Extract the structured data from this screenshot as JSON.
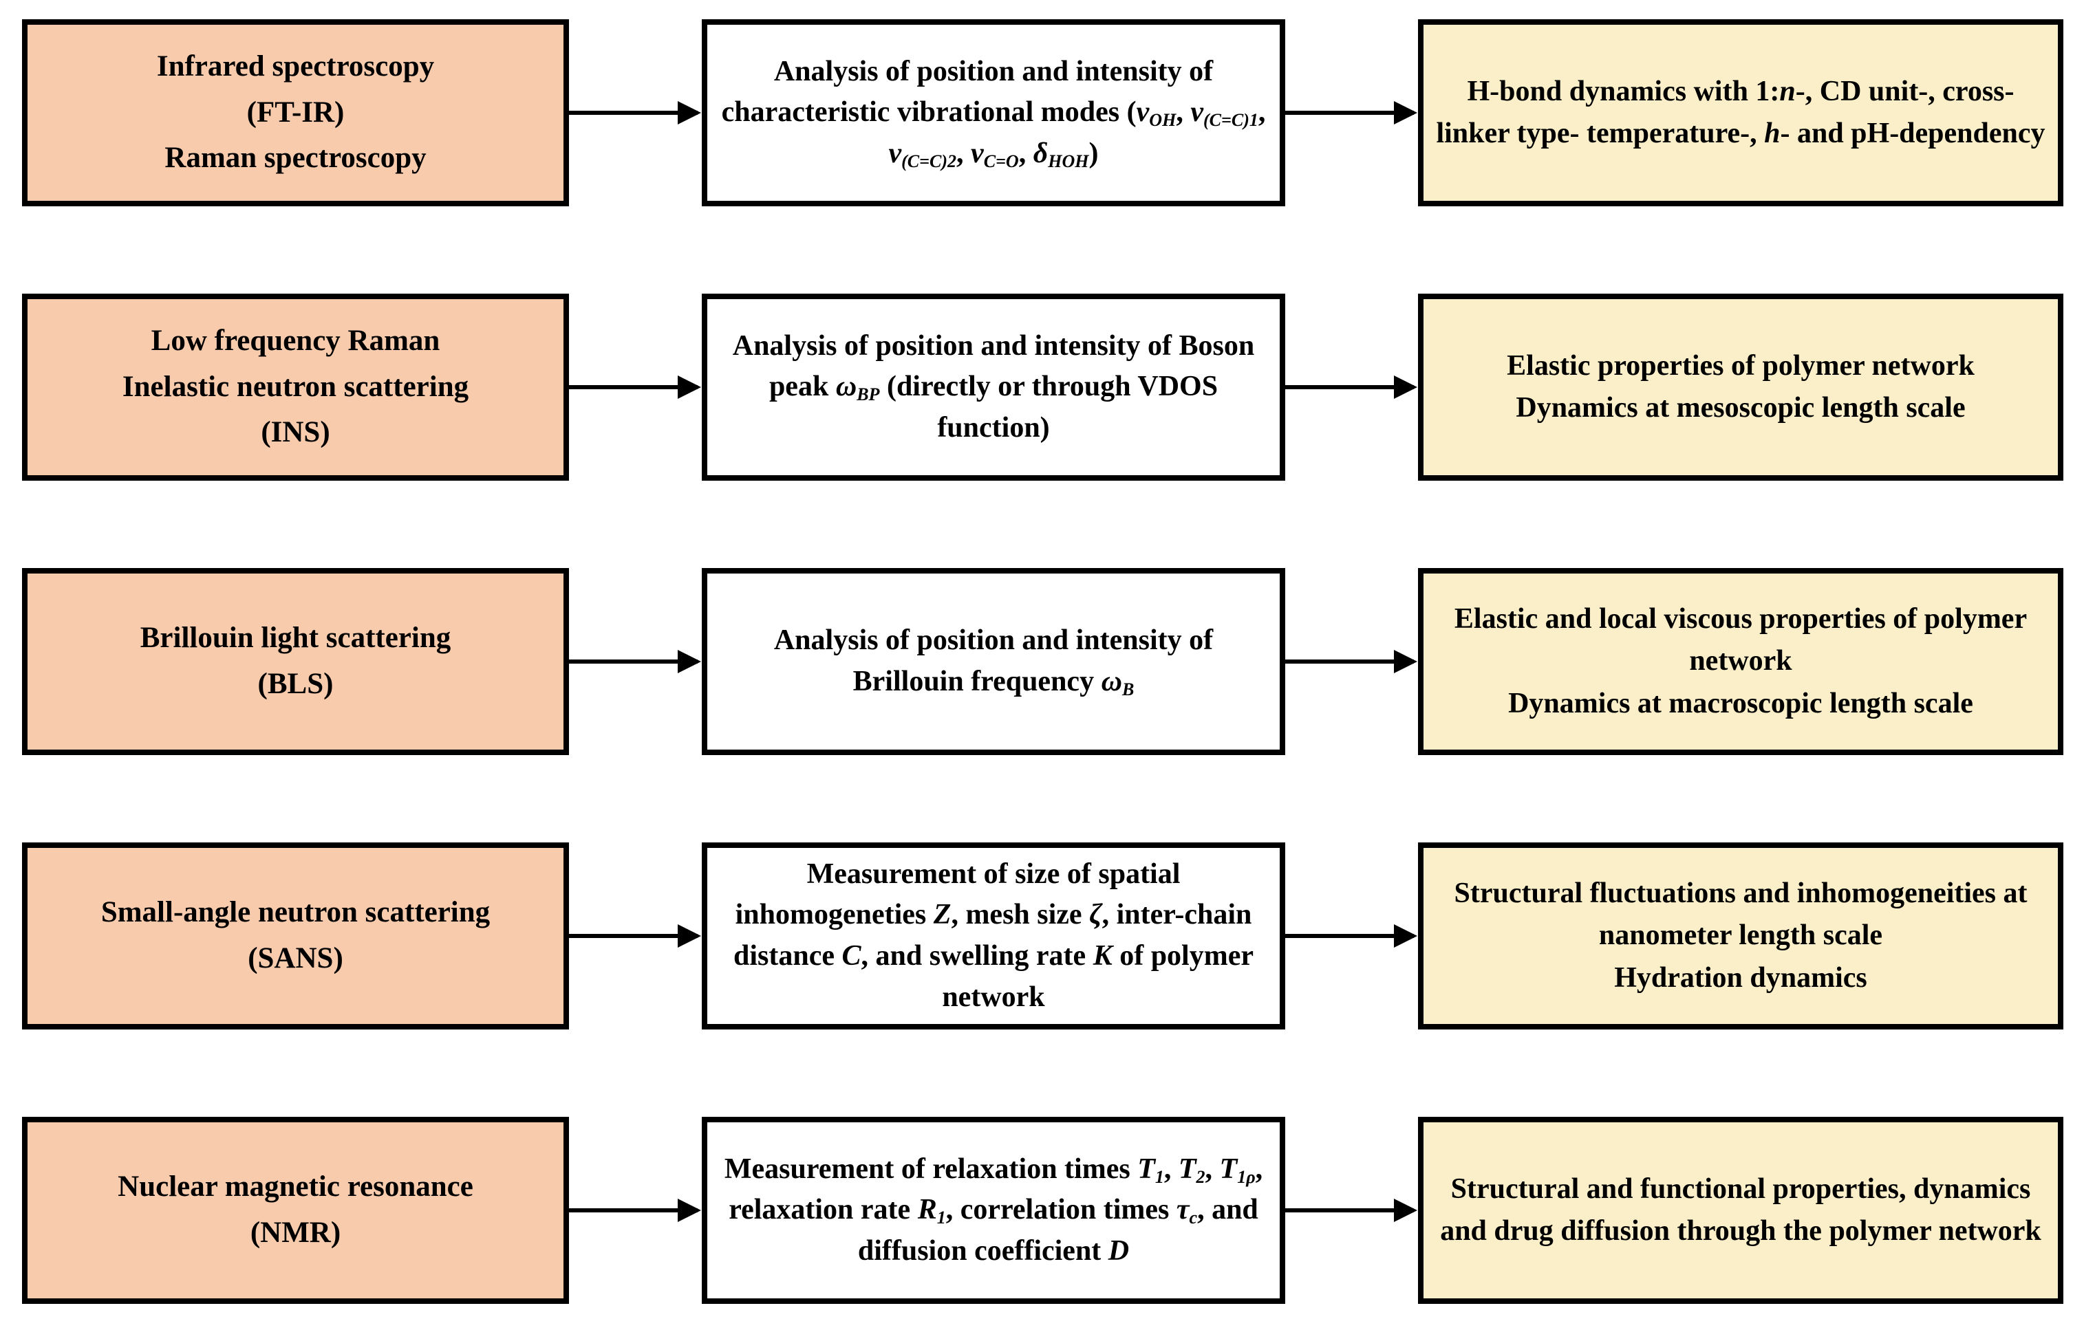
{
  "colors": {
    "method_fill": "#F8CBAD",
    "analysis_fill": "#FFFFFF",
    "outcome_fill": "#FAEFC9",
    "border": "#000000"
  },
  "rows": [
    {
      "method": {
        "lines": [
          "Infrared spectroscopy",
          "(FT-IR)",
          "Raman spectroscopy"
        ]
      },
      "analysis": {
        "lines": [
          "Analysis of position and intensity of characteristic vibrational modes (*ν*_{OH}, *ν*_{(C=C)1}, *ν*_{(C=C)2}, *ν*_{C=O}, *δ*_{HOH})"
        ]
      },
      "outcome": {
        "lines": [
          "H-bond dynamics with 1:*n*-, CD unit-, cross-linker type- temperature-, *h*- and pH-dependency"
        ]
      }
    },
    {
      "method": {
        "lines": [
          "Low frequency Raman",
          "Inelastic neutron scattering",
          "(INS)"
        ]
      },
      "analysis": {
        "lines": [
          "Analysis of position and intensity of Boson peak *ω*_{BP} (directly or through VDOS function)"
        ]
      },
      "outcome": {
        "lines": [
          "Elastic properties of polymer network",
          "Dynamics at mesoscopic length scale"
        ]
      }
    },
    {
      "method": {
        "lines": [
          "Brillouin light scattering",
          "(BLS)"
        ]
      },
      "analysis": {
        "lines": [
          "Analysis of position and intensity of Brillouin frequency *ω*_{B}"
        ]
      },
      "outcome": {
        "lines": [
          "Elastic and local viscous properties of polymer network",
          "Dynamics at macroscopic length scale"
        ]
      }
    },
    {
      "method": {
        "lines": [
          "Small-angle neutron scattering",
          "(SANS)"
        ]
      },
      "analysis": {
        "lines": [
          "Measurement of size of spatial inhomogeneties *Z*, mesh size *ζ*, inter-chain distance *C*, and swelling rate *K* of polymer network"
        ]
      },
      "outcome": {
        "lines": [
          "Structural fluctuations and inhomogeneities at nanometer length scale",
          "Hydration dynamics"
        ]
      }
    },
    {
      "method": {
        "lines": [
          "Nuclear magnetic resonance",
          "(NMR)"
        ]
      },
      "analysis": {
        "lines": [
          "Measurement of relaxation times *T*_{1}, *T*_{2}, *T*_{1ρ}, relaxation rate *R*_{1}, correlation times *τ*_{c}, and diffusion coefficient *D*"
        ]
      },
      "outcome": {
        "lines": [
          "Structural and functional properties, dynamics and drug diffusion through the polymer network"
        ]
      }
    }
  ]
}
